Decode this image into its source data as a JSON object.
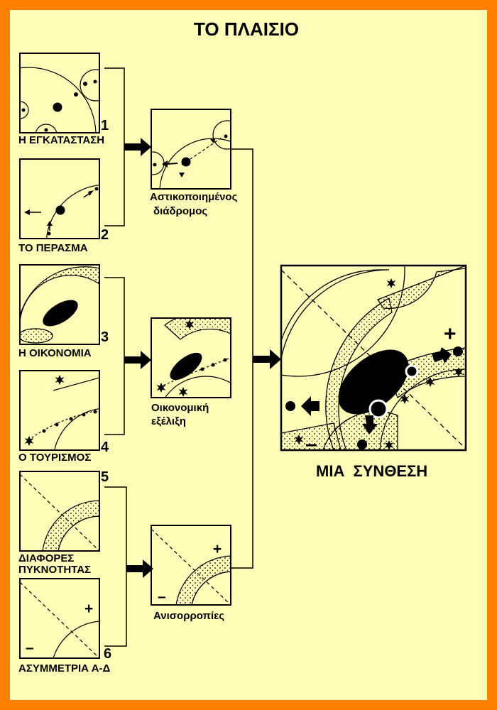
{
  "title": "ΤΟ ΠΛΑΙΣΙΟ",
  "colors": {
    "border": "#ff7f00",
    "background": "#fffdb8",
    "ink": "#000000"
  },
  "inputs": [
    {
      "num": "1",
      "label": "Η ΕΓΚΑΤΑΣΤΑΣΗ"
    },
    {
      "num": "2",
      "label": "ΤΟ ΠΕΡΑΣΜΑ"
    },
    {
      "num": "3",
      "label": "Η ΟΙΚΟΝΟΜΙΑ"
    },
    {
      "num": "4",
      "label": "Ο ΤΟΥΡΙΣΜΟΣ"
    },
    {
      "num": "5",
      "label_line1": "ΔΙΑΦΟΡΕΣ",
      "label_line2": "ΠΥΚΝΟΤΗΤΑΣ"
    },
    {
      "num": "6",
      "label": "ΑΣΥΜΜΕΤΡΙΑ Α-Δ"
    }
  ],
  "intermediate": [
    {
      "label_line1": "Αστικοποιημένος",
      "label_line2": "διάδρομος"
    },
    {
      "label_line1": "Οικονομική",
      "label_line2": "εξέλιξη"
    },
    {
      "label": "Ανισορροπίες"
    }
  ],
  "synthesis": {
    "label": "ΜΙΑ  ΣΥΝΘΕΣΗ"
  },
  "signs": {
    "plus": "+",
    "minus": "–"
  }
}
